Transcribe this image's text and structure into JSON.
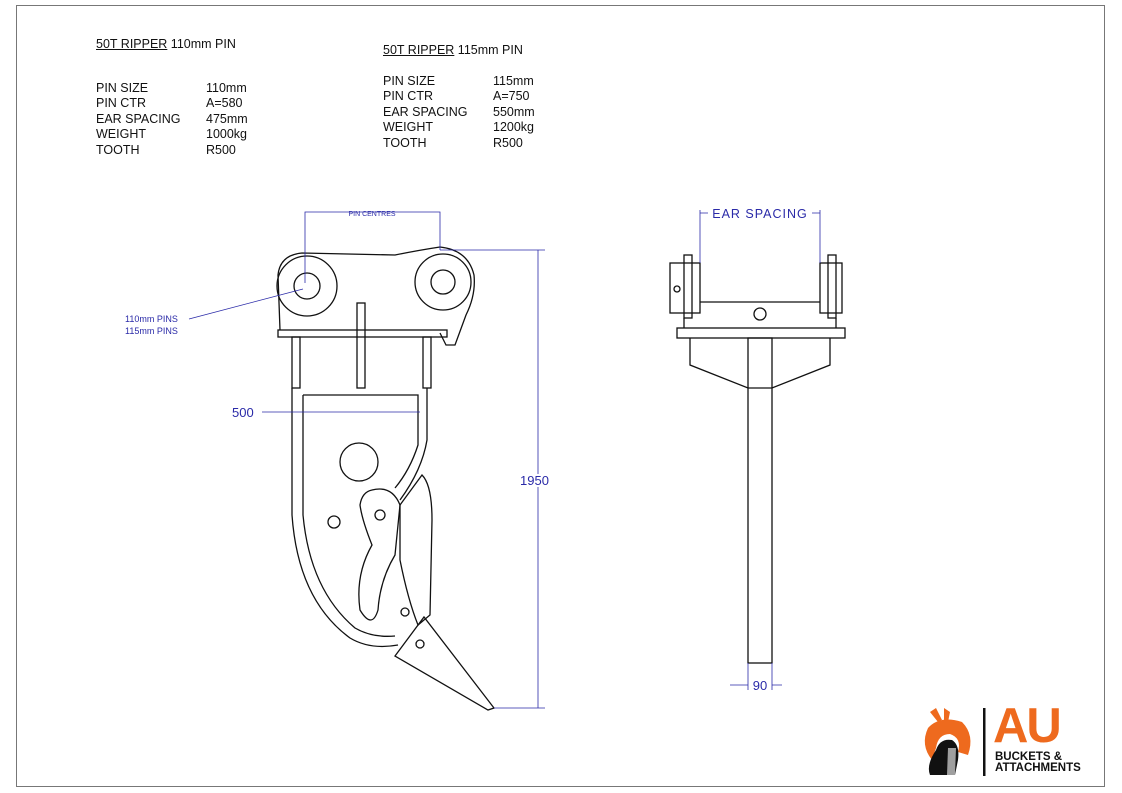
{
  "spec_110": {
    "title_underlined": "50T  RIPPER",
    "title_rest": " 110mm PIN",
    "rows": [
      {
        "label": "PIN SIZE",
        "value": "110mm"
      },
      {
        "label": "PIN CTR",
        "value": "A=580"
      },
      {
        "label": "EAR SPACING",
        "value": "475mm"
      },
      {
        "label": "WEIGHT",
        "value": "1000kg"
      },
      {
        "label": "TOOTH",
        "value": "R500"
      }
    ]
  },
  "spec_115": {
    "title_underlined": "50T  RIPPER",
    "title_rest": " 115mm PIN",
    "rows": [
      {
        "label": "PIN SIZE",
        "value": "115mm"
      },
      {
        "label": "PIN CTR",
        "value": "A=750"
      },
      {
        "label": "EAR SPACING",
        "value": "550mm"
      },
      {
        "label": "WEIGHT",
        "value": "1200kg"
      },
      {
        "label": "TOOTH",
        "value": "R500"
      }
    ]
  },
  "side_view": {
    "pin_centres_label": "PIN CENTRES",
    "pins_label_1": "110mm PINS",
    "pins_label_2": "115mm PINS",
    "width_dim": "500",
    "height_dim": "1950"
  },
  "front_view": {
    "ear_spacing_label": "EAR SPACING",
    "shank_width_dim": "90"
  },
  "logo": {
    "main": "AU",
    "line1": "BUCKETS &",
    "line2": "ATTACHMENTS",
    "brand_color": "#ee6a1e"
  }
}
